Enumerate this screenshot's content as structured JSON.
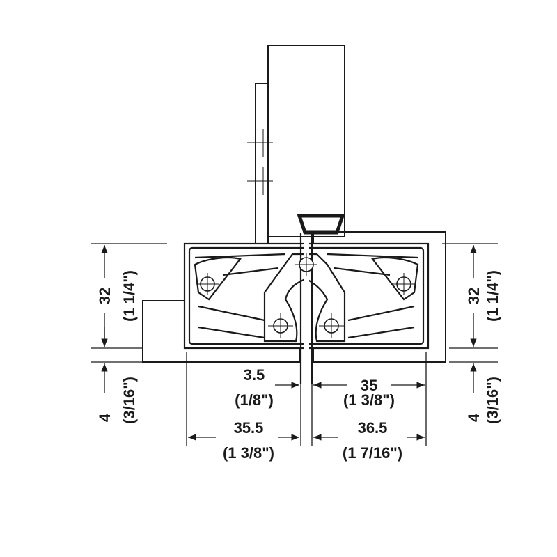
{
  "dimensions": {
    "left_height": {
      "metric": "32",
      "imperial": "(1 1/4\")"
    },
    "left_offset": {
      "metric": "4",
      "imperial": "(3/16\")"
    },
    "right_height": {
      "metric": "32",
      "imperial": "(1 1/4\")"
    },
    "right_offset": {
      "metric": "4",
      "imperial": "(3/16\")"
    },
    "gap": {
      "metric": "3.5",
      "imperial": "(1/8\")"
    },
    "right_depth": {
      "metric": "35",
      "imperial": "(1 3/8\")"
    },
    "left_width": {
      "metric": "35.5",
      "imperial": "(1 3/8\")"
    },
    "right_width": {
      "metric": "36.5",
      "imperial": "(1 7/16\")"
    }
  },
  "colors": {
    "line": "#1a1a1a",
    "background": "#ffffff"
  }
}
